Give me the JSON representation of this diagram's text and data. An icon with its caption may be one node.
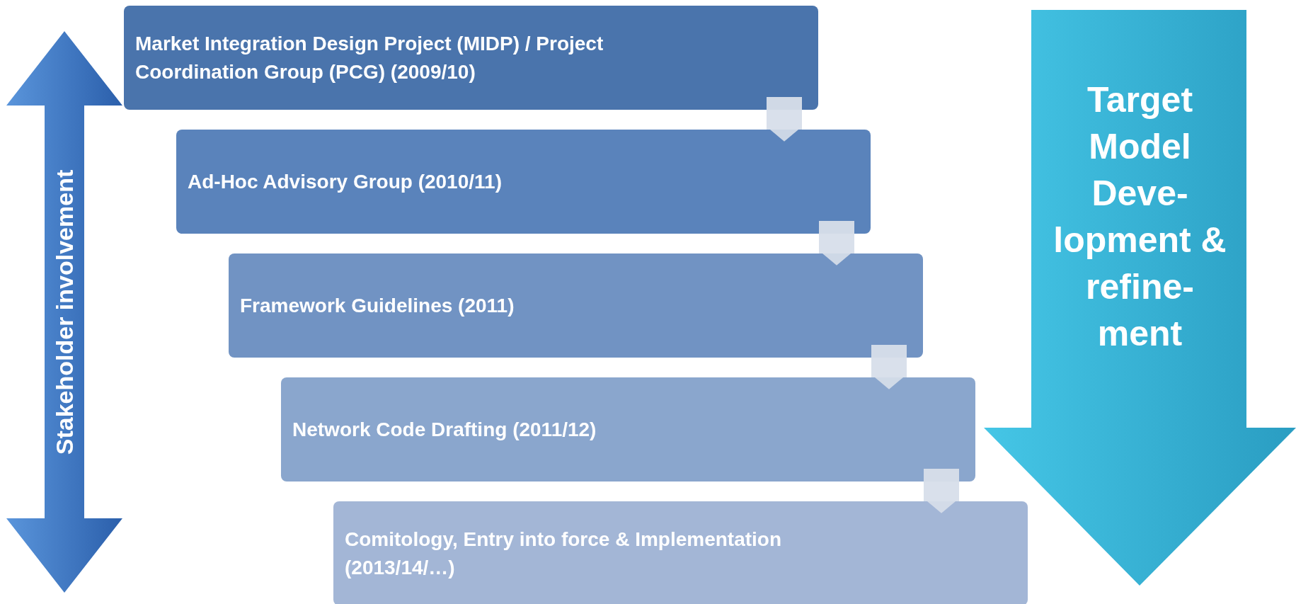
{
  "diagram": {
    "nodes": [
      {
        "text": [
          "Market Integration Design Project (MIDP) / Project Coordination Group (PCG) (2009/10)"
        ]
      },
      {
        "text": [
          "Ad-Hoc Advisory Group (2010/11)"
        ]
      },
      {
        "text": [
          "Framework Guidelines (2011)"
        ]
      },
      {
        "text": [
          "Network Code Drafting (2011/12)"
        ]
      },
      {
        "text": [
          "Comitology, Entry into force & Implementation (2013/14/…)"
        ]
      },
      {
        "text": [
          "Stakeholder involvement"
        ]
      },
      {
        "text": [
          "Target Model Deve- lopment & refine- ment"
        ]
      }
    ],
    "edges": [
      {
        "from": 0,
        "to": 1,
        "arrow": "to"
      },
      {
        "from": 1,
        "to": 2,
        "arrow": "to"
      },
      {
        "from": 2,
        "to": 3,
        "arrow": "to"
      },
      {
        "from": 3,
        "to": 4,
        "arrow": "to"
      }
    ]
  }
}
